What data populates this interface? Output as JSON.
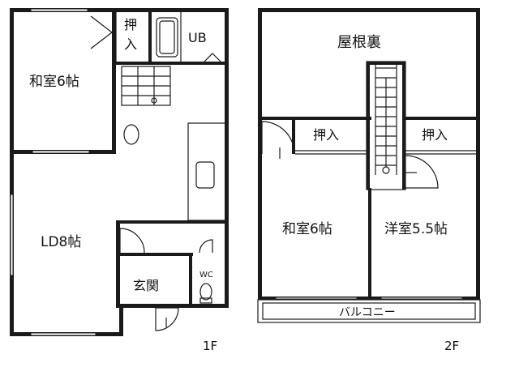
{
  "floor1": {
    "label": "1F",
    "rooms": {
      "washitsu": "和室6帖",
      "oshiire": "押入",
      "ub": "UB",
      "ldk": "LD8帖",
      "genkan": "玄関",
      "wc": "WC"
    }
  },
  "floor2": {
    "label": "2F",
    "rooms": {
      "yaneura": "屋根裏",
      "oshiire_left": "押入",
      "oshiire_right": "押入",
      "washitsu": "和室6帖",
      "youshitsu": "洋室5.5帖",
      "balcony": "バルコニー"
    }
  },
  "colors": {
    "wall": "#1a1a1a",
    "background": "#ffffff"
  }
}
